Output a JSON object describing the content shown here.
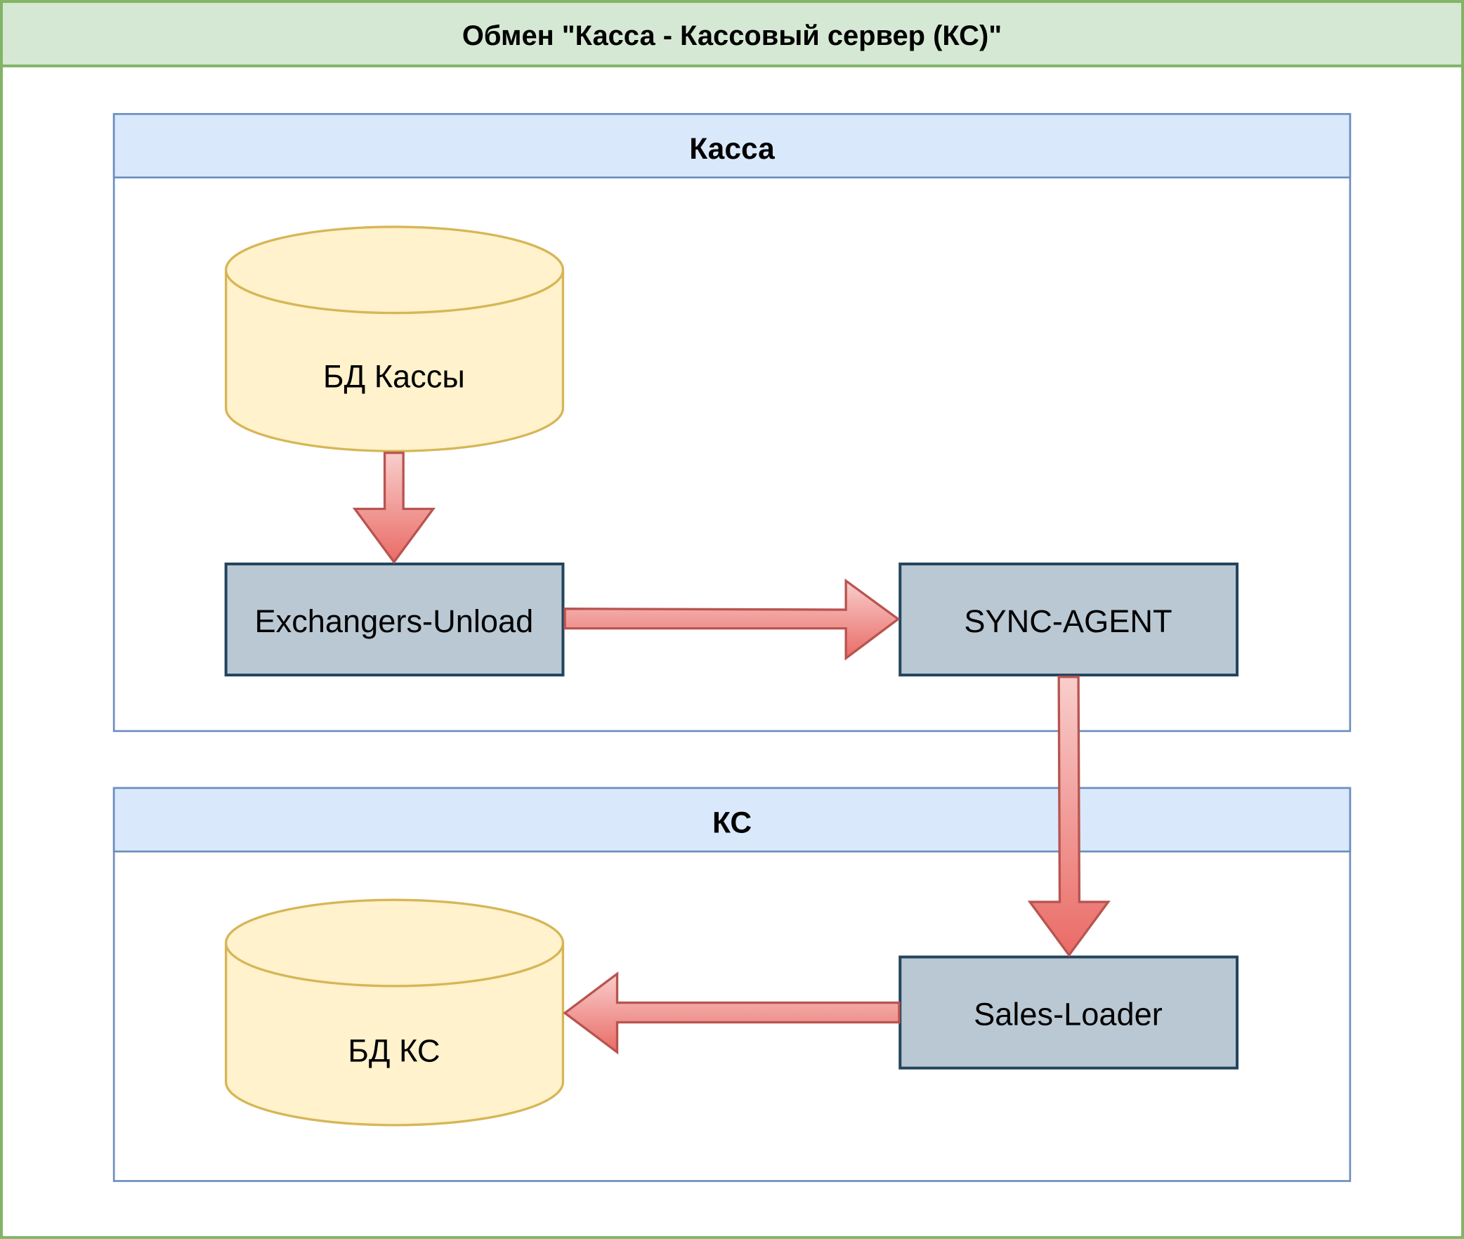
{
  "diagram": {
    "title": "Обмен \"Касса - Кассовый сервер (КС)\"",
    "colors": {
      "outer_fill": "#ffffff",
      "outer_stroke": "#82b366",
      "title_fill": "#d5e8d4",
      "section_header_fill": "#dae8fc",
      "section_stroke": "#6c8ebf",
      "db_fill": "#fff2cc",
      "db_stroke": "#d6b656",
      "process_fill": "#bac8d3",
      "process_stroke": "#23445d",
      "arrow_fill_light": "#f8cecc",
      "arrow_fill_dark": "#ea6b66",
      "arrow_stroke": "#b85450"
    },
    "sections": [
      {
        "id": "kassa",
        "label": "Касса",
        "nodes": [
          {
            "id": "db-kassa",
            "type": "database",
            "label": "БД Кассы"
          },
          {
            "id": "exchangers-unload",
            "type": "process",
            "label": "Exchangers-Unload"
          },
          {
            "id": "sync-agent",
            "type": "process",
            "label": "SYNC-AGENT"
          }
        ]
      },
      {
        "id": "ks",
        "label": "КС",
        "nodes": [
          {
            "id": "db-ks",
            "type": "database",
            "label": "БД КС"
          },
          {
            "id": "sales-loader",
            "type": "process",
            "label": "Sales-Loader"
          }
        ]
      }
    ],
    "edges": [
      {
        "from": "db-kassa",
        "to": "exchangers-unload",
        "direction": "down"
      },
      {
        "from": "exchangers-unload",
        "to": "sync-agent",
        "direction": "right"
      },
      {
        "from": "sync-agent",
        "to": "sales-loader",
        "direction": "down"
      },
      {
        "from": "sales-loader",
        "to": "db-ks",
        "direction": "left"
      }
    ]
  }
}
